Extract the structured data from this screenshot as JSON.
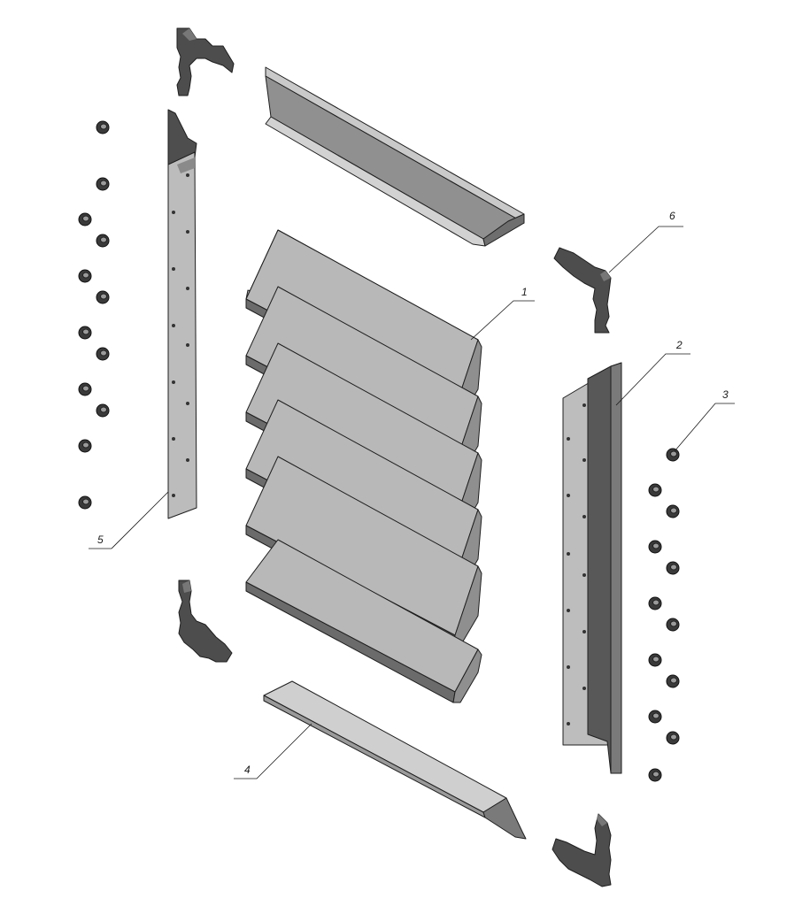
{
  "diagram": {
    "callouts": [
      {
        "id": "1",
        "label": "1"
      },
      {
        "id": "2",
        "label": "2"
      },
      {
        "id": "3",
        "label": "3"
      },
      {
        "id": "4",
        "label": "4"
      },
      {
        "id": "5",
        "label": "5"
      },
      {
        "id": "6",
        "label": "6"
      }
    ],
    "colors": {
      "slat_face": "#b5b5b5",
      "slat_front": "#6e6e6e",
      "frame_light": "#bdbdbd",
      "frame_dark": "#5a5a5a",
      "corner": "#4a4a4a",
      "nut": "#3a3a3a",
      "line": "#1a1a1a"
    }
  }
}
